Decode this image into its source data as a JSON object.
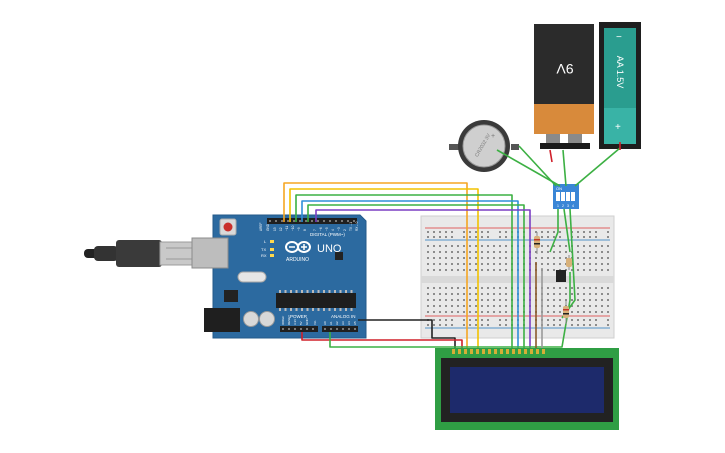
{
  "arduino": {
    "brand": "ARDUINO",
    "model": "UNO",
    "digital_header": "DIGITAL (PWM~)",
    "power_header": "POWER",
    "analog_header": "ANALOG IN",
    "aref": "AREF",
    "gnd": "GND",
    "pin13": "13",
    "pin12": "12",
    "pin11": "~11",
    "pin10": "~10",
    "pin9": "~9",
    "pin8": "8",
    "pin7": "7",
    "pin6": "~6",
    "pin5": "~5",
    "pin4": "4",
    "pin3": "~3",
    "pin2": "2",
    "tx": "TX→1",
    "rx": "RX←0",
    "led_l": "L",
    "led_tx": "TX",
    "led_rx": "RX",
    "a0": "A0",
    "a1": "A1",
    "a2": "A2",
    "a3": "A3",
    "a4": "A4",
    "a5": "A5",
    "ioref": "IOREF",
    "reset": "RESET",
    "v33": "3.3V",
    "v5": "5V",
    "vin": "Vin"
  },
  "battery_9v": {
    "label": "9V"
  },
  "battery_aa": {
    "label": "AA 1.5V",
    "minus": "−",
    "plus": "+"
  },
  "coin_cell": {
    "label": "CR2032 3V",
    "plus": "+"
  },
  "dip_switch": {
    "label": "ON",
    "positions": [
      "1",
      "2",
      "3",
      "4"
    ]
  },
  "colors": {
    "board": "#2c6aa0",
    "wire_orange": "#f5a623",
    "wire_yellow": "#f2c200",
    "wire_green": "#3cb043",
    "wire_blue": "#2f8fd8",
    "wire_purple": "#7b3fc4",
    "wire_red": "#d0202a",
    "wire_black": "#222222",
    "lcd_pcb": "#2f9e44",
    "lcd_screen": "#1d2a6b"
  }
}
